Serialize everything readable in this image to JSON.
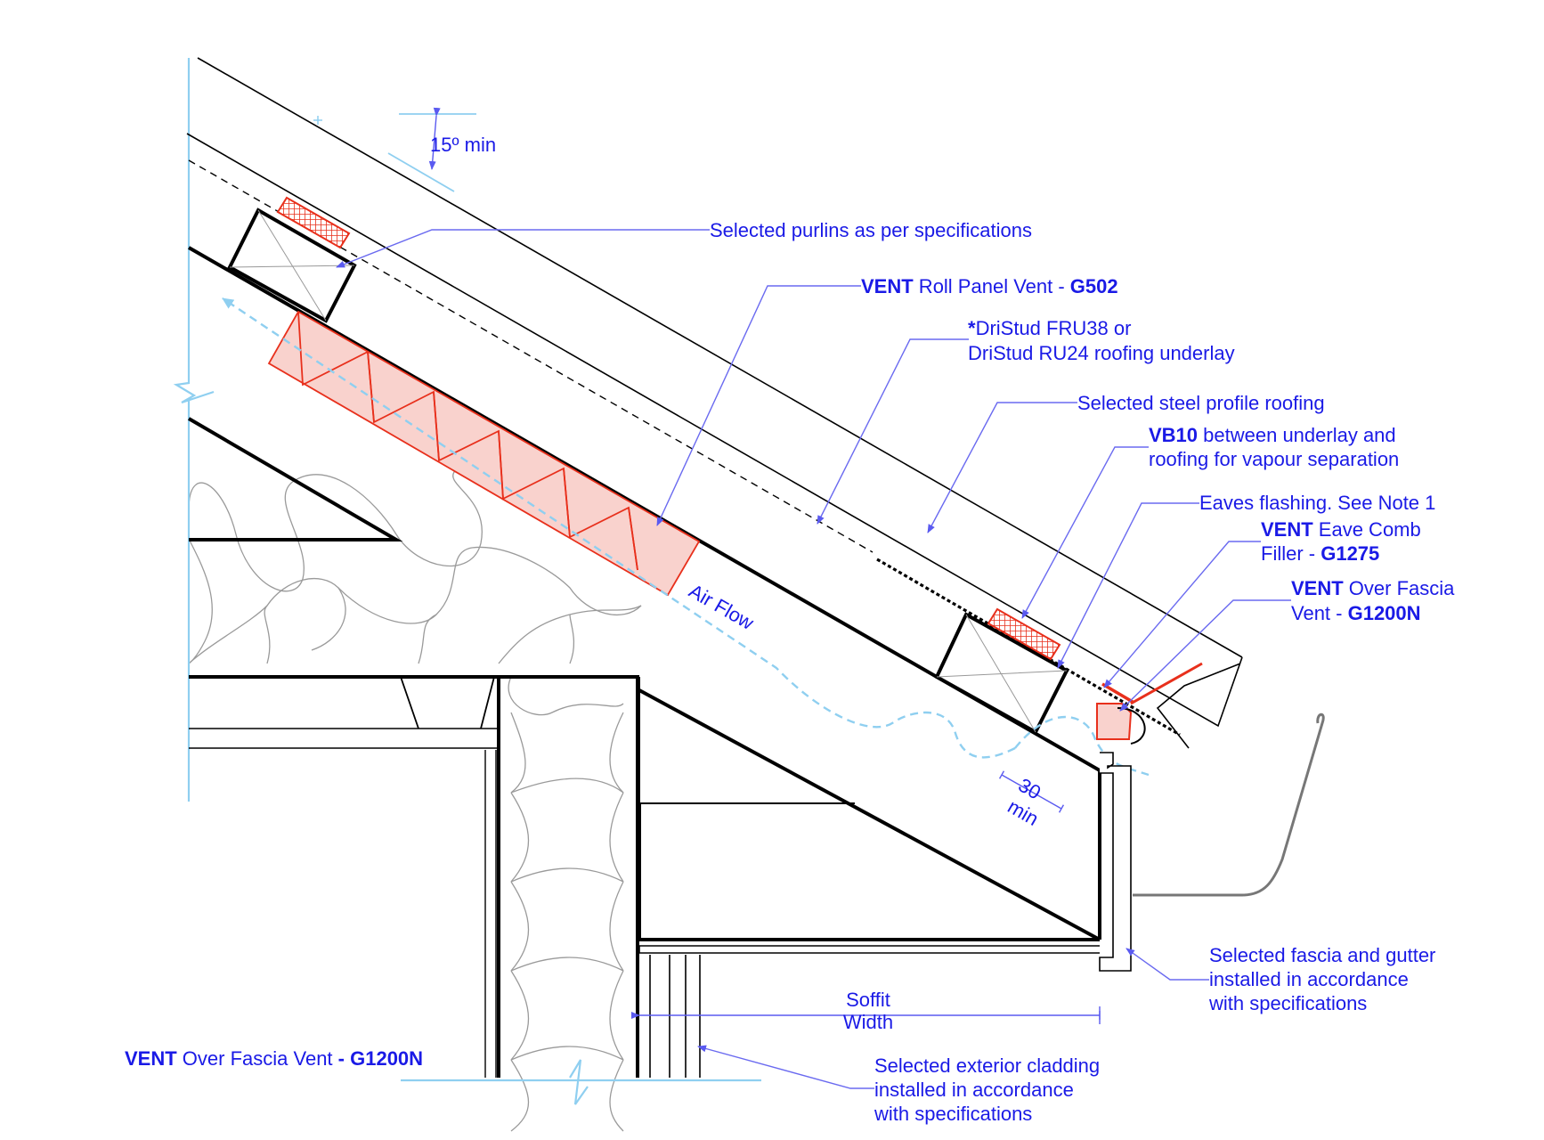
{
  "colors": {
    "label": "#1a1ae6",
    "leader": "#6a6af0",
    "guide": "#8fcff0",
    "airflow": "#8fcff0",
    "vent_red": "#e8301c",
    "vent_fill": "#f9d2cd",
    "structure": "#000000",
    "insulation": "#9a9a9a",
    "gutter": "#777777"
  },
  "dimensions": {
    "pitch": "15º min",
    "gap_line1": "30",
    "gap_line2": "min",
    "soffit_line1": "Soffit",
    "soffit_line2": "Width"
  },
  "airflow_label": "Air Flow",
  "labels": {
    "purlins": "Selected purlins as per specifications",
    "roll_vent": {
      "brand": "VENT",
      "text": " Roll Panel Vent - ",
      "code": "G502"
    },
    "underlay": {
      "star": "*",
      "line1": "DriStud FRU38 or",
      "line2": "DriStud RU24 roofing underlay"
    },
    "roofing": "Selected steel profile roofing",
    "vb10": {
      "code": "VB10",
      "line1": " between underlay and",
      "line2": "roofing for vapour separation"
    },
    "eaves_flashing": "Eaves flashing. See Note 1",
    "comb_filler": {
      "brand": "VENT",
      "line1": " Eave Comb",
      "line2": "Filler - ",
      "code": "G1275"
    },
    "over_fascia": {
      "brand": "VENT",
      "line1": " Over Fascia",
      "line2": "Vent - ",
      "code": "G1200N"
    },
    "fascia_gutter": {
      "line1": "Selected fascia and gutter",
      "line2": "installed in accordance",
      "line3": "with specifications"
    },
    "cladding": {
      "line1": "Selected exterior cladding",
      "line2": "installed in accordance",
      "line3": "with specifications"
    },
    "bottom_vent": {
      "brand": "VENT",
      "text": " Over Fascia Vent ",
      "dash": "- ",
      "code": "G1200N"
    }
  }
}
